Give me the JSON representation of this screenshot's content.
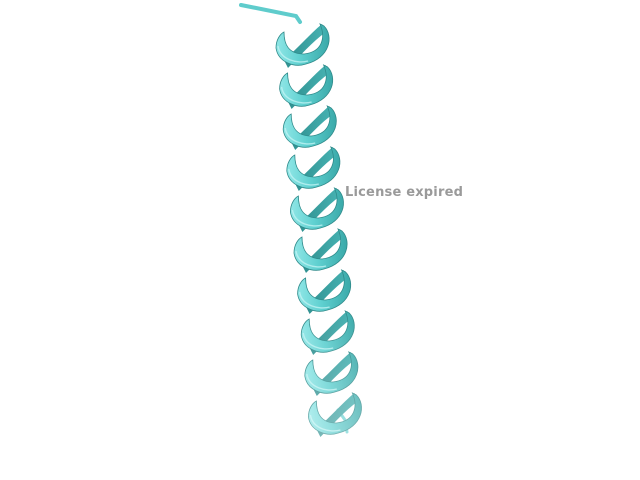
{
  "overlay": {
    "watermark_text": "License expired",
    "watermark_color": "#9a9a9a"
  },
  "structure": {
    "representation": "cartoon",
    "secondary_structure": "alpha-helix",
    "turn_count": 10,
    "ribbon_color": "#6fd9d9",
    "ribbon_shadow_color": "#2e9c9c",
    "ribbon_highlight_color": "#bff2f2",
    "background_color": "#ffffff"
  }
}
